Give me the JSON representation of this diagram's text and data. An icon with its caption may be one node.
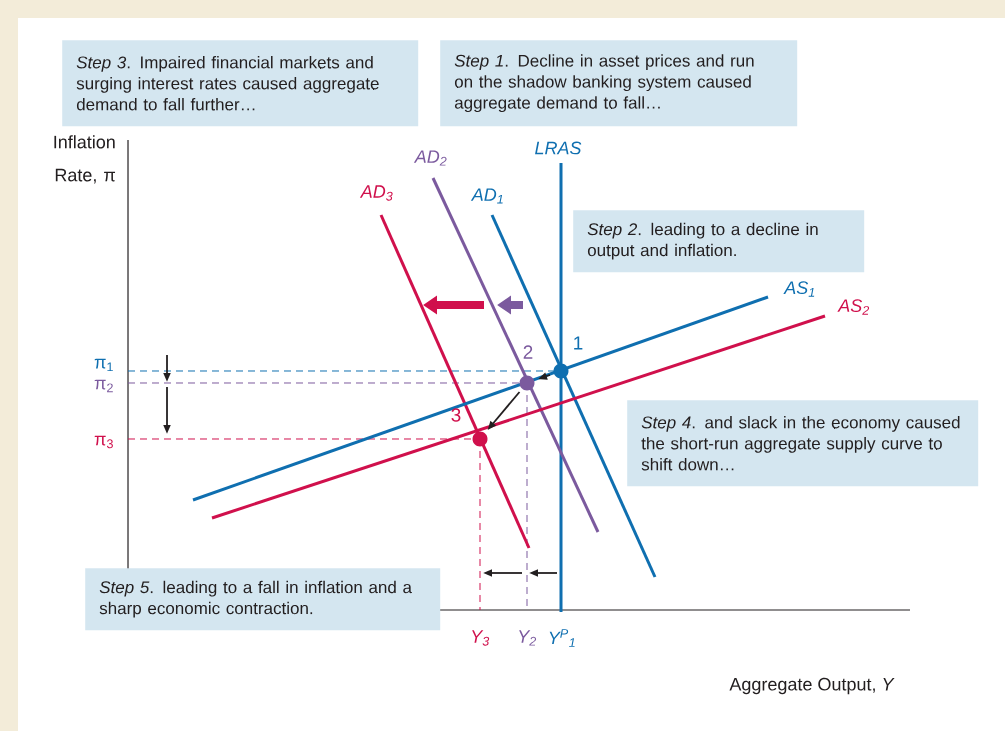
{
  "diagram": {
    "nodes": [
      {
        "text": [
          "*Step 3*. Impaired financial markets and surging interest rates caused aggregate demand to fall further…"
        ]
      },
      {
        "text": [
          "*Step 1*. Decline in asset prices and run on the shadow banking system caused aggregate demand to fall…"
        ]
      },
      {
        "text": [
          "*Step 2*. leading to a decline in output and inflation."
        ]
      },
      {
        "text": [
          "*Step 4*. and slack in the economy caused the short-run aggregate supply curve to shift down…"
        ]
      },
      {
        "text": [
          "*Step 5*. leading to a fall in inflation and a sharp economic contraction."
        ]
      },
      {
        "text": [],
        "shape": "circle",
        "beside": [
          "1"
        ]
      },
      {
        "text": [],
        "shape": "circle",
        "beside": [
          "2"
        ]
      },
      {
        "text": [],
        "shape": "circle",
        "beside": [
          "3"
        ]
      }
    ],
    "edges": [
      {
        "from": 5,
        "to": 6,
        "arrow": "to"
      },
      {
        "from": 6,
        "to": 7,
        "arrow": "to"
      }
    ],
    "labels": [
      "Inflation Rate, π",
      "LRAS",
      "AD$_{2}$",
      "AD$_{3}$",
      "AD$_{1}$",
      "AS$_{1}$",
      "AS$_{2}$",
      "π$_{1}$",
      "π$_{2}$",
      "π$_{3}$",
      "Y$_{3}$",
      "Y$_{2}$",
      "Y$^{P}$$_{1}$",
      "Aggregate Output, *Y*"
    ]
  }
}
